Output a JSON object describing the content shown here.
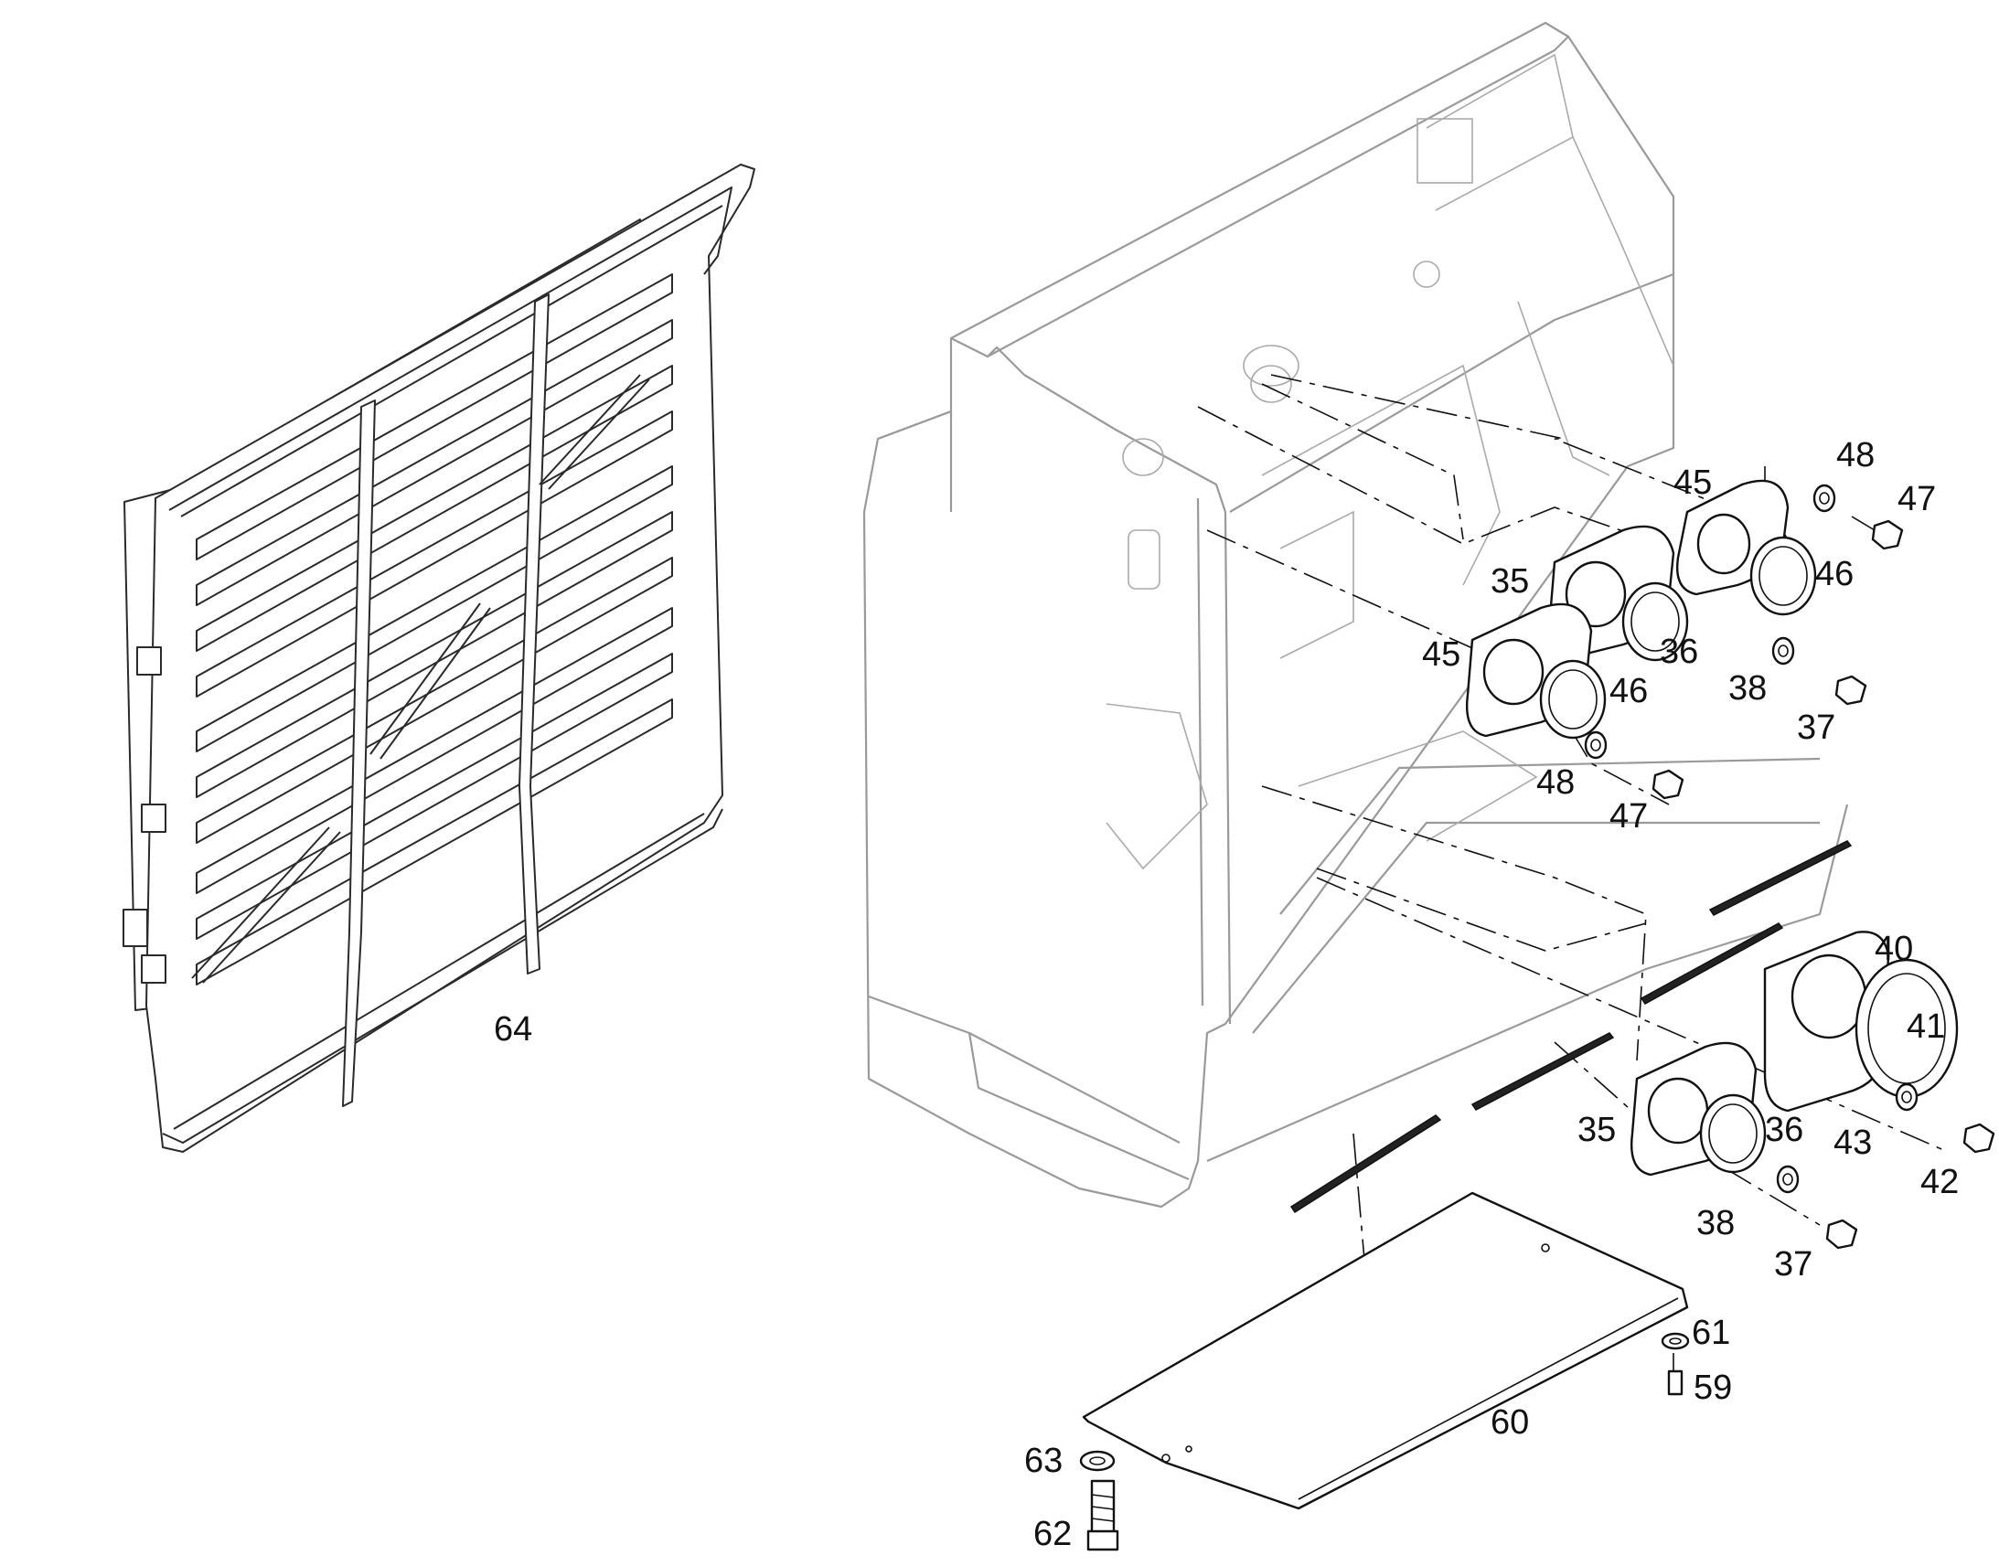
{
  "diagram": {
    "callouts": [
      {
        "id": "c64a",
        "text": "64"
      },
      {
        "id": "c48a",
        "text": "48"
      },
      {
        "id": "c45a",
        "text": "45"
      },
      {
        "id": "c47a",
        "text": "47"
      },
      {
        "id": "c35a",
        "text": "35"
      },
      {
        "id": "c46a",
        "text": "46"
      },
      {
        "id": "c36a",
        "text": "36"
      },
      {
        "id": "c45b",
        "text": "45"
      },
      {
        "id": "c46b",
        "text": "46"
      },
      {
        "id": "c38a",
        "text": "38"
      },
      {
        "id": "c37a",
        "text": "37"
      },
      {
        "id": "c48b",
        "text": "48"
      },
      {
        "id": "c47b",
        "text": "47"
      },
      {
        "id": "c40a",
        "text": "40"
      },
      {
        "id": "c41a",
        "text": "41"
      },
      {
        "id": "c35b",
        "text": "35"
      },
      {
        "id": "c36b",
        "text": "36"
      },
      {
        "id": "c43a",
        "text": "43"
      },
      {
        "id": "c42a",
        "text": "42"
      },
      {
        "id": "c38b",
        "text": "38"
      },
      {
        "id": "c37b",
        "text": "37"
      },
      {
        "id": "c61a",
        "text": "61"
      },
      {
        "id": "c59a",
        "text": "59"
      },
      {
        "id": "c60a",
        "text": "60"
      },
      {
        "id": "c63a",
        "text": "63"
      },
      {
        "id": "c62a",
        "text": "62"
      }
    ]
  }
}
